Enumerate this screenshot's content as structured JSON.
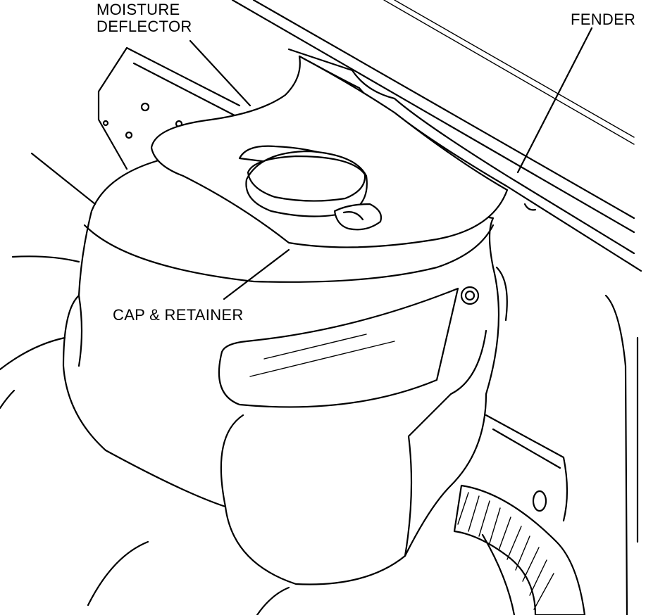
{
  "title": "Washer reservoir installation",
  "labels": {
    "moisture_deflector_line1": "MOISTURE",
    "moisture_deflector_line2": "DEFLECTOR",
    "fender": "FENDER",
    "cap_retainer": "CAP & RETAINER"
  },
  "colors": {
    "ink": "#000000",
    "paper": "#ffffff"
  }
}
